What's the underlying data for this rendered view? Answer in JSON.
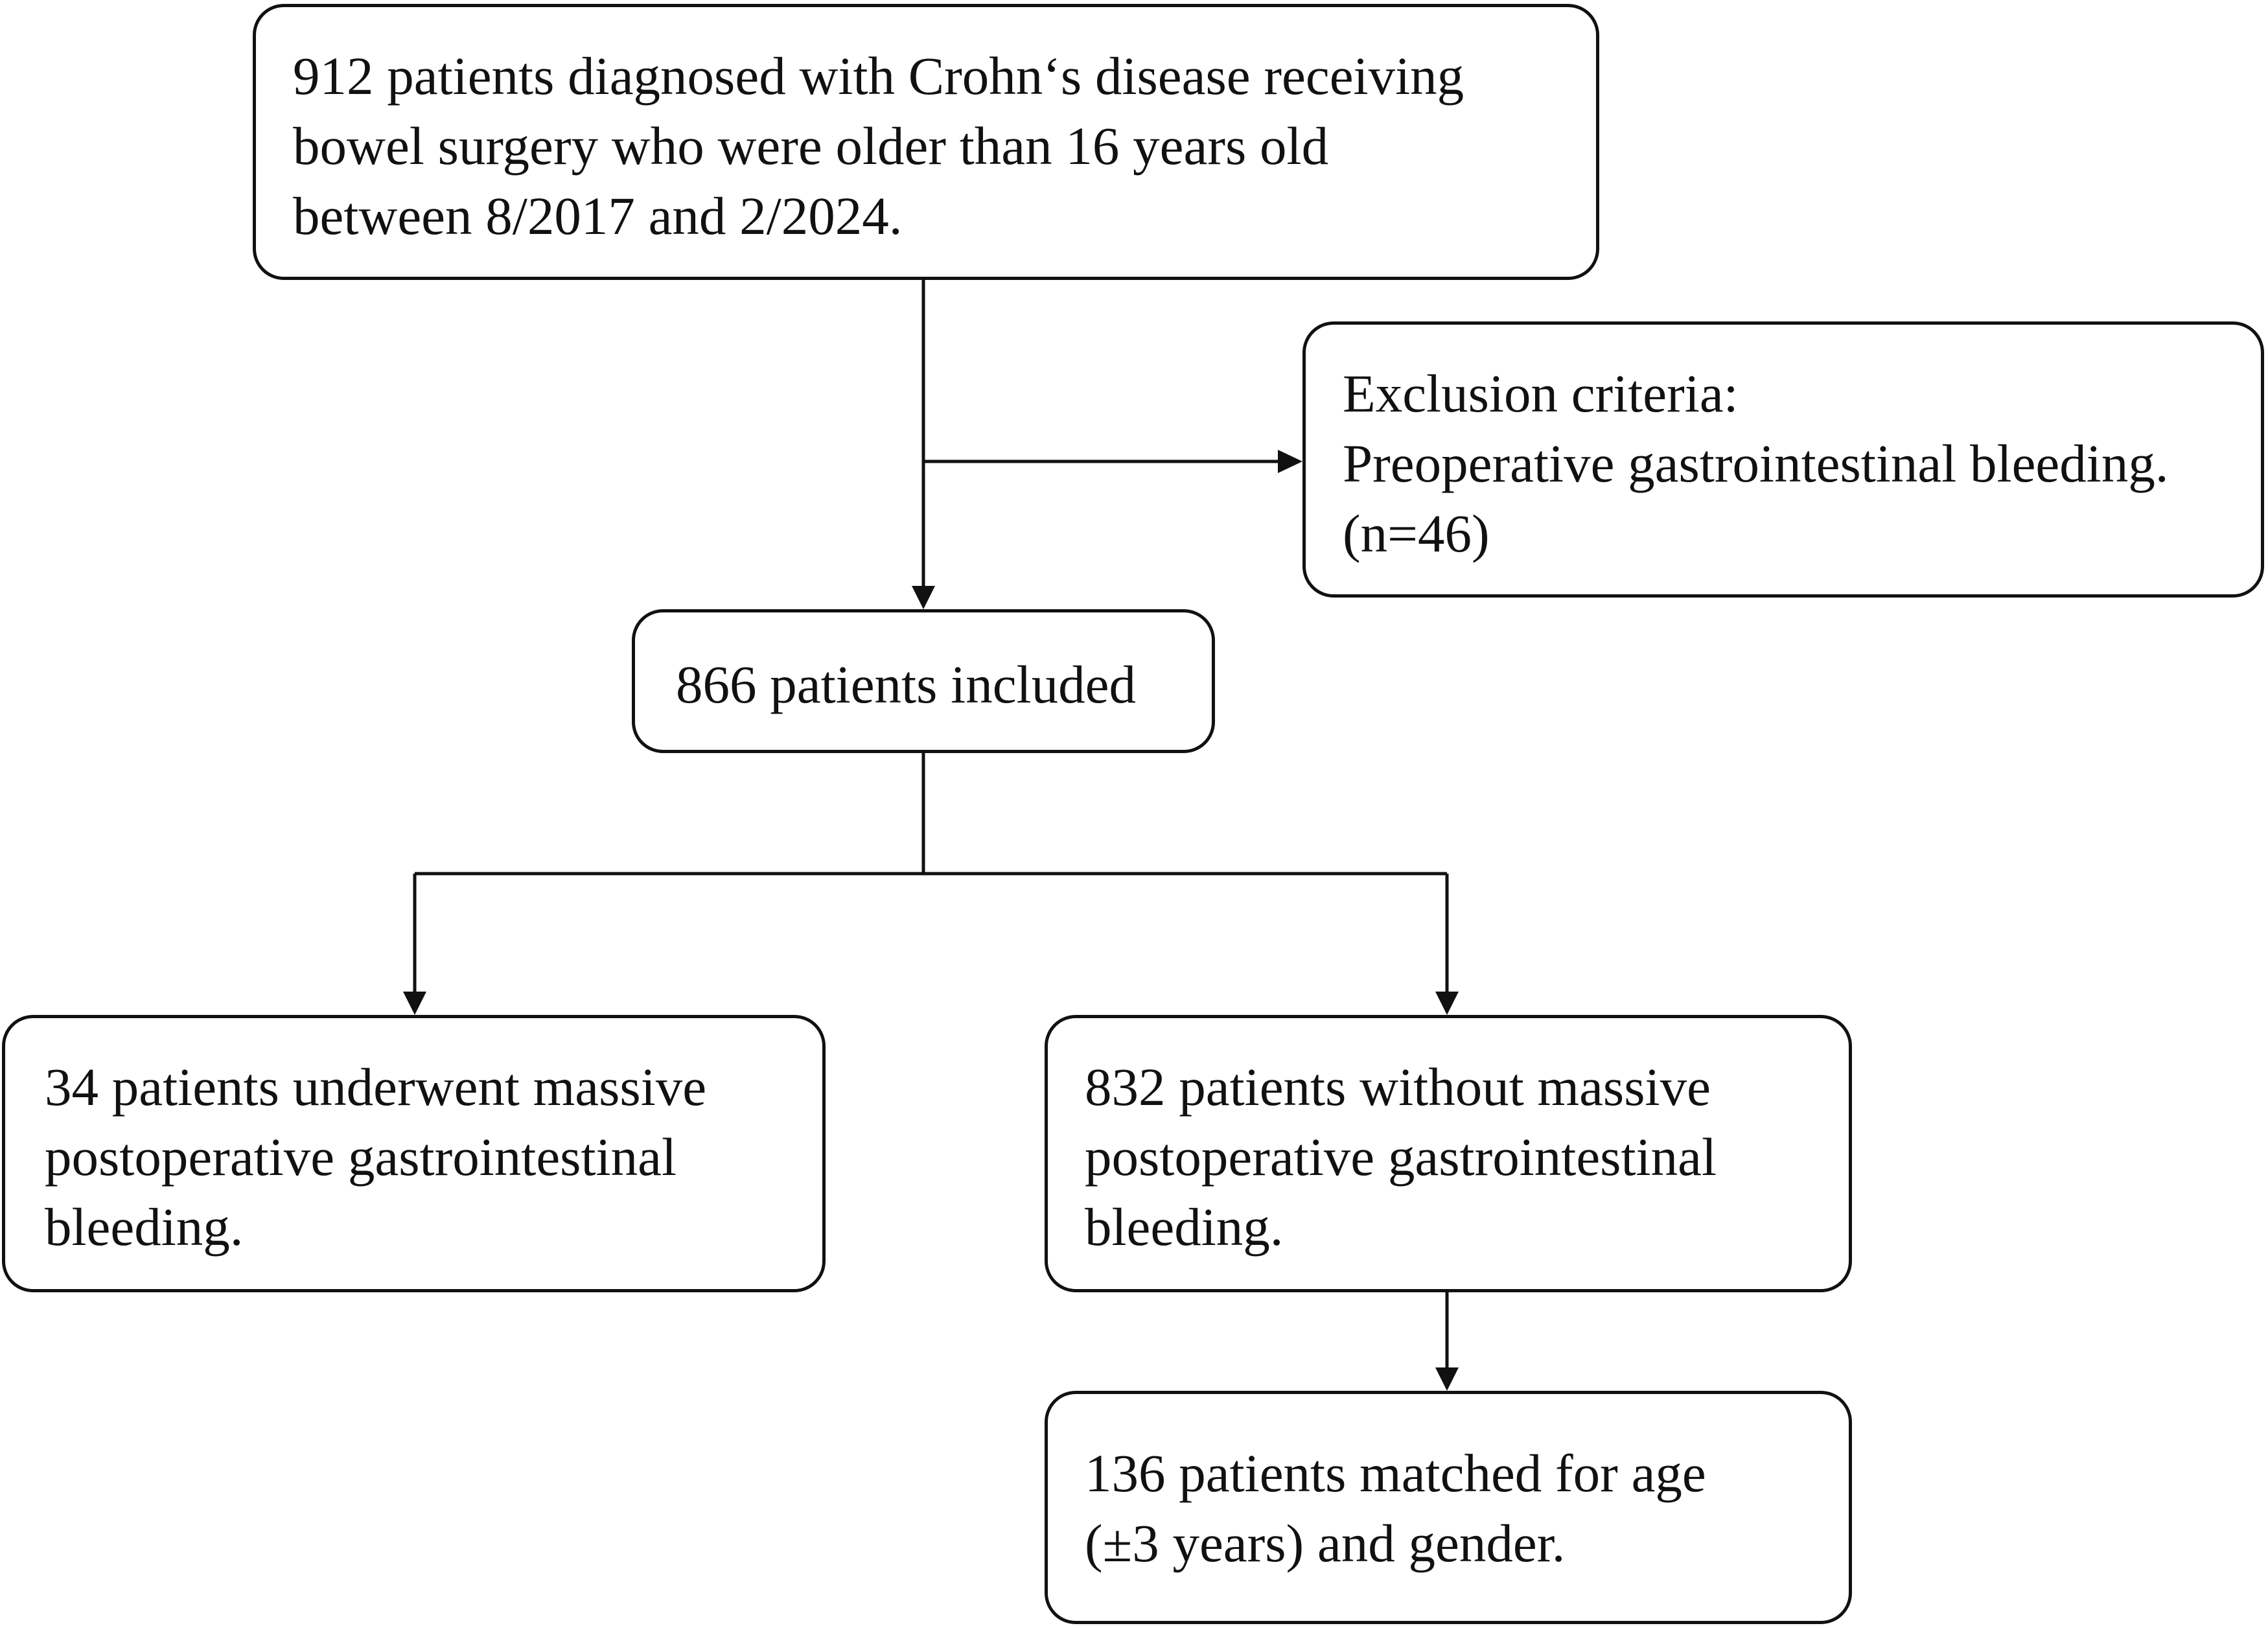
{
  "boxes": {
    "screened": {
      "lines": [
        "912 patients diagnosed with Crohn‘s disease receiving",
        "bowel surgery who were older than 16 years old",
        "between 8/2017 and 2/2024."
      ]
    },
    "exclusion": {
      "lines": [
        "Exclusion criteria:",
        "Preoperative gastrointestinal bleeding.",
        "(n=46)"
      ]
    },
    "included": {
      "lines": [
        "866 patients included"
      ]
    },
    "bleeding": {
      "lines": [
        "34 patients underwent massive",
        "postoperative gastrointestinal",
        "bleeding."
      ]
    },
    "no_bleeding": {
      "lines": [
        "832 patients without massive",
        "postoperative gastrointestinal",
        "bleeding."
      ]
    },
    "matched": {
      "lines": [
        "136 patients matched for age",
        "(±3 years) and gender."
      ]
    }
  }
}
